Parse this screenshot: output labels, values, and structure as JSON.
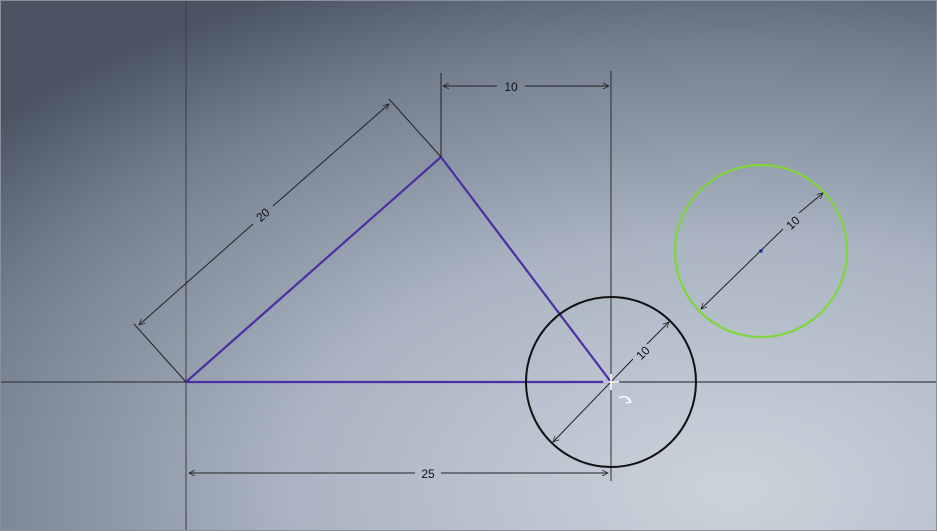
{
  "sketch": {
    "dimensions": {
      "top_horizontal": "10",
      "slanted_edge": "20",
      "base_length": "25",
      "circle_diameter": "10",
      "green_circle_diameter": "10"
    }
  },
  "colors": {
    "sketch_line": "#4b2fa3",
    "selected_circle": "#7fd63a",
    "circle": "#111111",
    "dimension": "#222222",
    "axis": "#3a3d44",
    "background_light": "#c3cbd6",
    "background_dark": "#3e4856"
  }
}
